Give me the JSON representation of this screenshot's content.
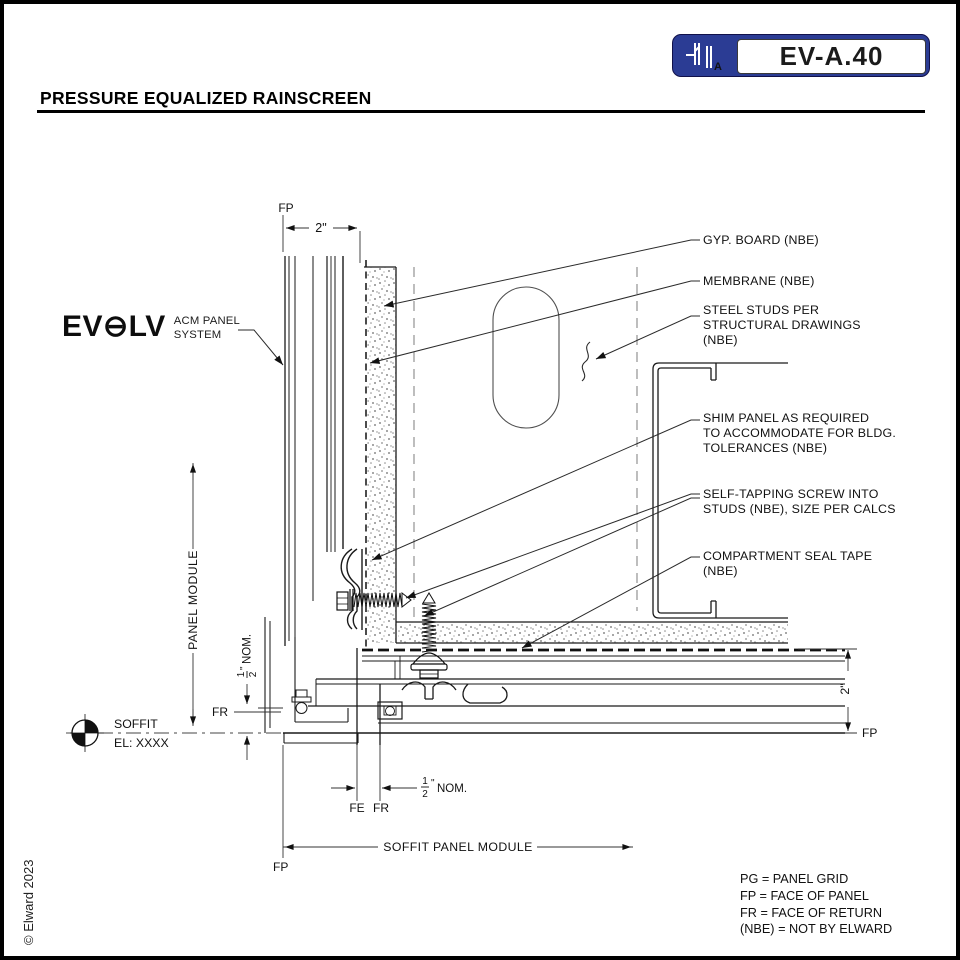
{
  "badge": {
    "code": "EV-A.40"
  },
  "title": "PRESSURE EQUALIZED RAINSCREEN",
  "brand": {
    "logo": "EV⊖LV",
    "tagline": "ACM PANEL\nSYSTEM"
  },
  "callouts": {
    "gyp_board": "GYP. BOARD  (NBE)",
    "membrane": "MEMBRANE  (NBE)",
    "steel_studs": "STEEL STUDS PER\nSTRUCTURAL DRAWINGS\n(NBE)",
    "shim_panel": "SHIM PANEL AS REQUIRED\nTO ACCOMMODATE FOR BLDG.\nTOLERANCES  (NBE)",
    "screw": "SELF-TAPPING SCREW INTO\nSTUDS (NBE), SIZE PER CALCS",
    "seal_tape": "COMPARTMENT SEAL TAPE\n(NBE)"
  },
  "dims": {
    "two_inch": "2\"",
    "panel_module": "PANEL MODULE",
    "soffit_panel_module": "SOFFIT PANEL MODULE",
    "frac_num": "1",
    "frac_den": "2",
    "inch": "\"",
    "nom": "NOM.",
    "fp": "FP",
    "fr": "FR",
    "fe": "FE"
  },
  "datum": {
    "name": "SOFFIT",
    "elevation": "EL: XXXX"
  },
  "legend": {
    "line1": "PG = PANEL GRID",
    "line2": "FP = FACE OF PANEL",
    "line3": "FR = FACE OF RETURN",
    "line4": "(NBE) = NOT BY ELWARD"
  },
  "copyright": "© Elward 2023",
  "colors": {
    "badge_blue": "#2b3c94",
    "line_black": "#1a1a1a",
    "dash_gray": "#9a9a9a"
  }
}
